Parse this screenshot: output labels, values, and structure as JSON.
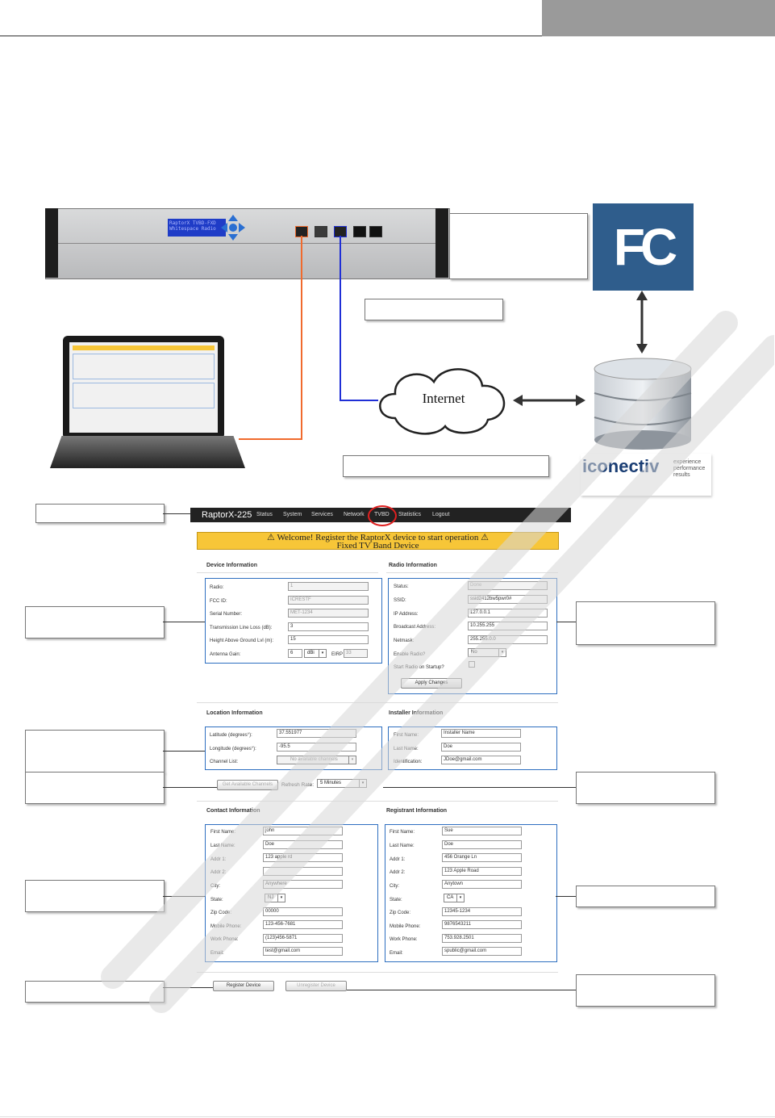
{
  "diagram": {
    "cloud_label": "Internet",
    "fcc_logo": "FC",
    "brand_name": "iconectiv",
    "brand_tagline": [
      "experience",
      "performance",
      "results"
    ],
    "lcd_text": [
      "RaptorX TVBD-FXD",
      "Whitespace Radio"
    ]
  },
  "webui": {
    "app_title": "RaptorX-225",
    "menu": [
      "Status",
      "System",
      "Services",
      "Network",
      "TVBD",
      "Statistics",
      "Logout"
    ],
    "welcome_line1": "⚠ Welcome! Register the RaptorX device to start operation ⚠",
    "welcome_line2": "Fixed TV Band Device",
    "device": {
      "title": "Device Information",
      "radio_label": "Radio:",
      "radio_value": "1",
      "fccid_label": "FCC ID:",
      "fccid_value": "ICRESTF",
      "serial_label": "Serial Number:",
      "serial_value": "MET-1234",
      "loss_label": "Transmission Line Loss (dB):",
      "loss_value": "3",
      "height_label": "Height Above Ground Lvl (m):",
      "height_value": "15",
      "gain_label": "Antenna Gain:",
      "gain_value": "6",
      "gain_unit": "dBi",
      "eirp_label": "EIRP",
      "eirp_value": "33"
    },
    "radio": {
      "title": "Radio Information",
      "status_label": "Status:",
      "status_value": "Done",
      "ssid_label": "SSID:",
      "ssid_value": "ssid2412bw5pwr0#",
      "ip_label": "IP Address:",
      "ip_value": "127.0.0.1",
      "bcast_label": "Broadcast Address:",
      "bcast_value": "10.255.255",
      "netmask_label": "Netmask:",
      "netmask_value": "255.255.0.0",
      "enable_label": "Enable Radio?",
      "enable_value": "No",
      "startup_label": "Start Radio on Startup?",
      "apply_label": "Apply Changes"
    },
    "location": {
      "title": "Location Information",
      "lat_label": "Latitude (degrees°):",
      "lat_value": "37.551977",
      "lon_label": "Longitude (degrees°):",
      "lon_value": "-95.5",
      "channel_label": "Channel List:",
      "channel_value": "No available channels",
      "get_channels_label": "Get Available Channels",
      "refresh_label": "Refresh Rate:",
      "refresh_value": "5 Minutes"
    },
    "installer": {
      "title": "Installer Information",
      "first_label": "First Name:",
      "first_value": "Installer Name",
      "last_label": "Last Name:",
      "last_value": "Doe",
      "ident_label": "Identification:",
      "ident_value": "JDoe@gmail.com"
    },
    "contact": {
      "title": "Contact Information",
      "first_label": "First Name:",
      "first_value": "john",
      "last_label": "Last Name:",
      "last_value": "Doe",
      "addr1_label": "Addr 1:",
      "addr1_value": "123 apple rd",
      "addr2_label": "Addr 2:",
      "addr2_value": "",
      "city_label": "City:",
      "city_value": "Anywhere",
      "state_label": "State:",
      "state_value": "NJ",
      "zip_label": "Zip Code:",
      "zip_value": "00000",
      "mobile_label": "Mobile Phone:",
      "mobile_value": "123-456-7681",
      "work_label": "Work Phone:",
      "work_value": "(123)456-5871",
      "email_label": "Email:",
      "email_value": "test@gmail.com"
    },
    "registrant": {
      "title": "Registrant Information",
      "first_label": "First Name:",
      "first_value": "Sue",
      "last_label": "Last Name:",
      "last_value": "Doe",
      "addr1_label": "Addr 1:",
      "addr1_value": "456 Orange Ln",
      "addr2_label": "Addr 2:",
      "addr2_value": "123 Apple Road",
      "city_label": "City:",
      "city_value": "Anytown",
      "state_label": "State:",
      "state_value": "CA",
      "zip_label": "Zip Code:",
      "zip_value": "12345-1234",
      "mobile_label": "Mobile Phone:",
      "mobile_value": "9876543211",
      "work_label": "Work Phone:",
      "work_value": "753.928.2501",
      "email_label": "Email:",
      "email_value": "spublic@gmail.com"
    },
    "register_label": "Register Device",
    "unregister_label": "Unregister Device"
  }
}
